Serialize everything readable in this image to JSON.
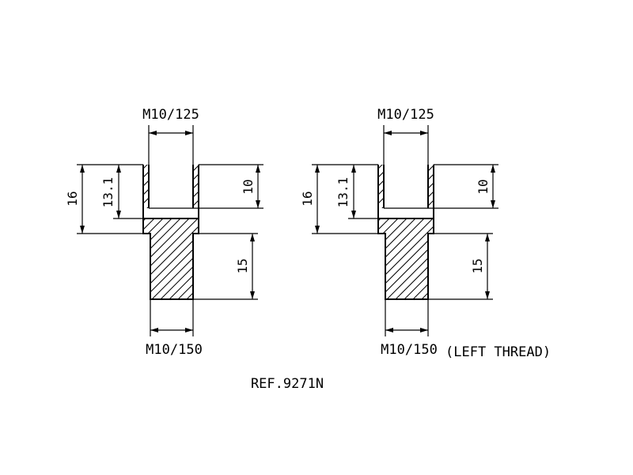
{
  "left_part": {
    "top_thread": "M10/125",
    "bottom_thread": "M10/150",
    "dim_total": "16",
    "dim_bore": "13.1",
    "dim_top": "10",
    "dim_bottom": "15"
  },
  "right_part": {
    "top_thread": "M10/125",
    "bottom_thread": "M10/150",
    "thread_note": "(LEFT THREAD)",
    "dim_total": "16",
    "dim_bore": "13.1",
    "dim_top": "10",
    "dim_bottom": "15"
  },
  "reference": "REF.9271N"
}
